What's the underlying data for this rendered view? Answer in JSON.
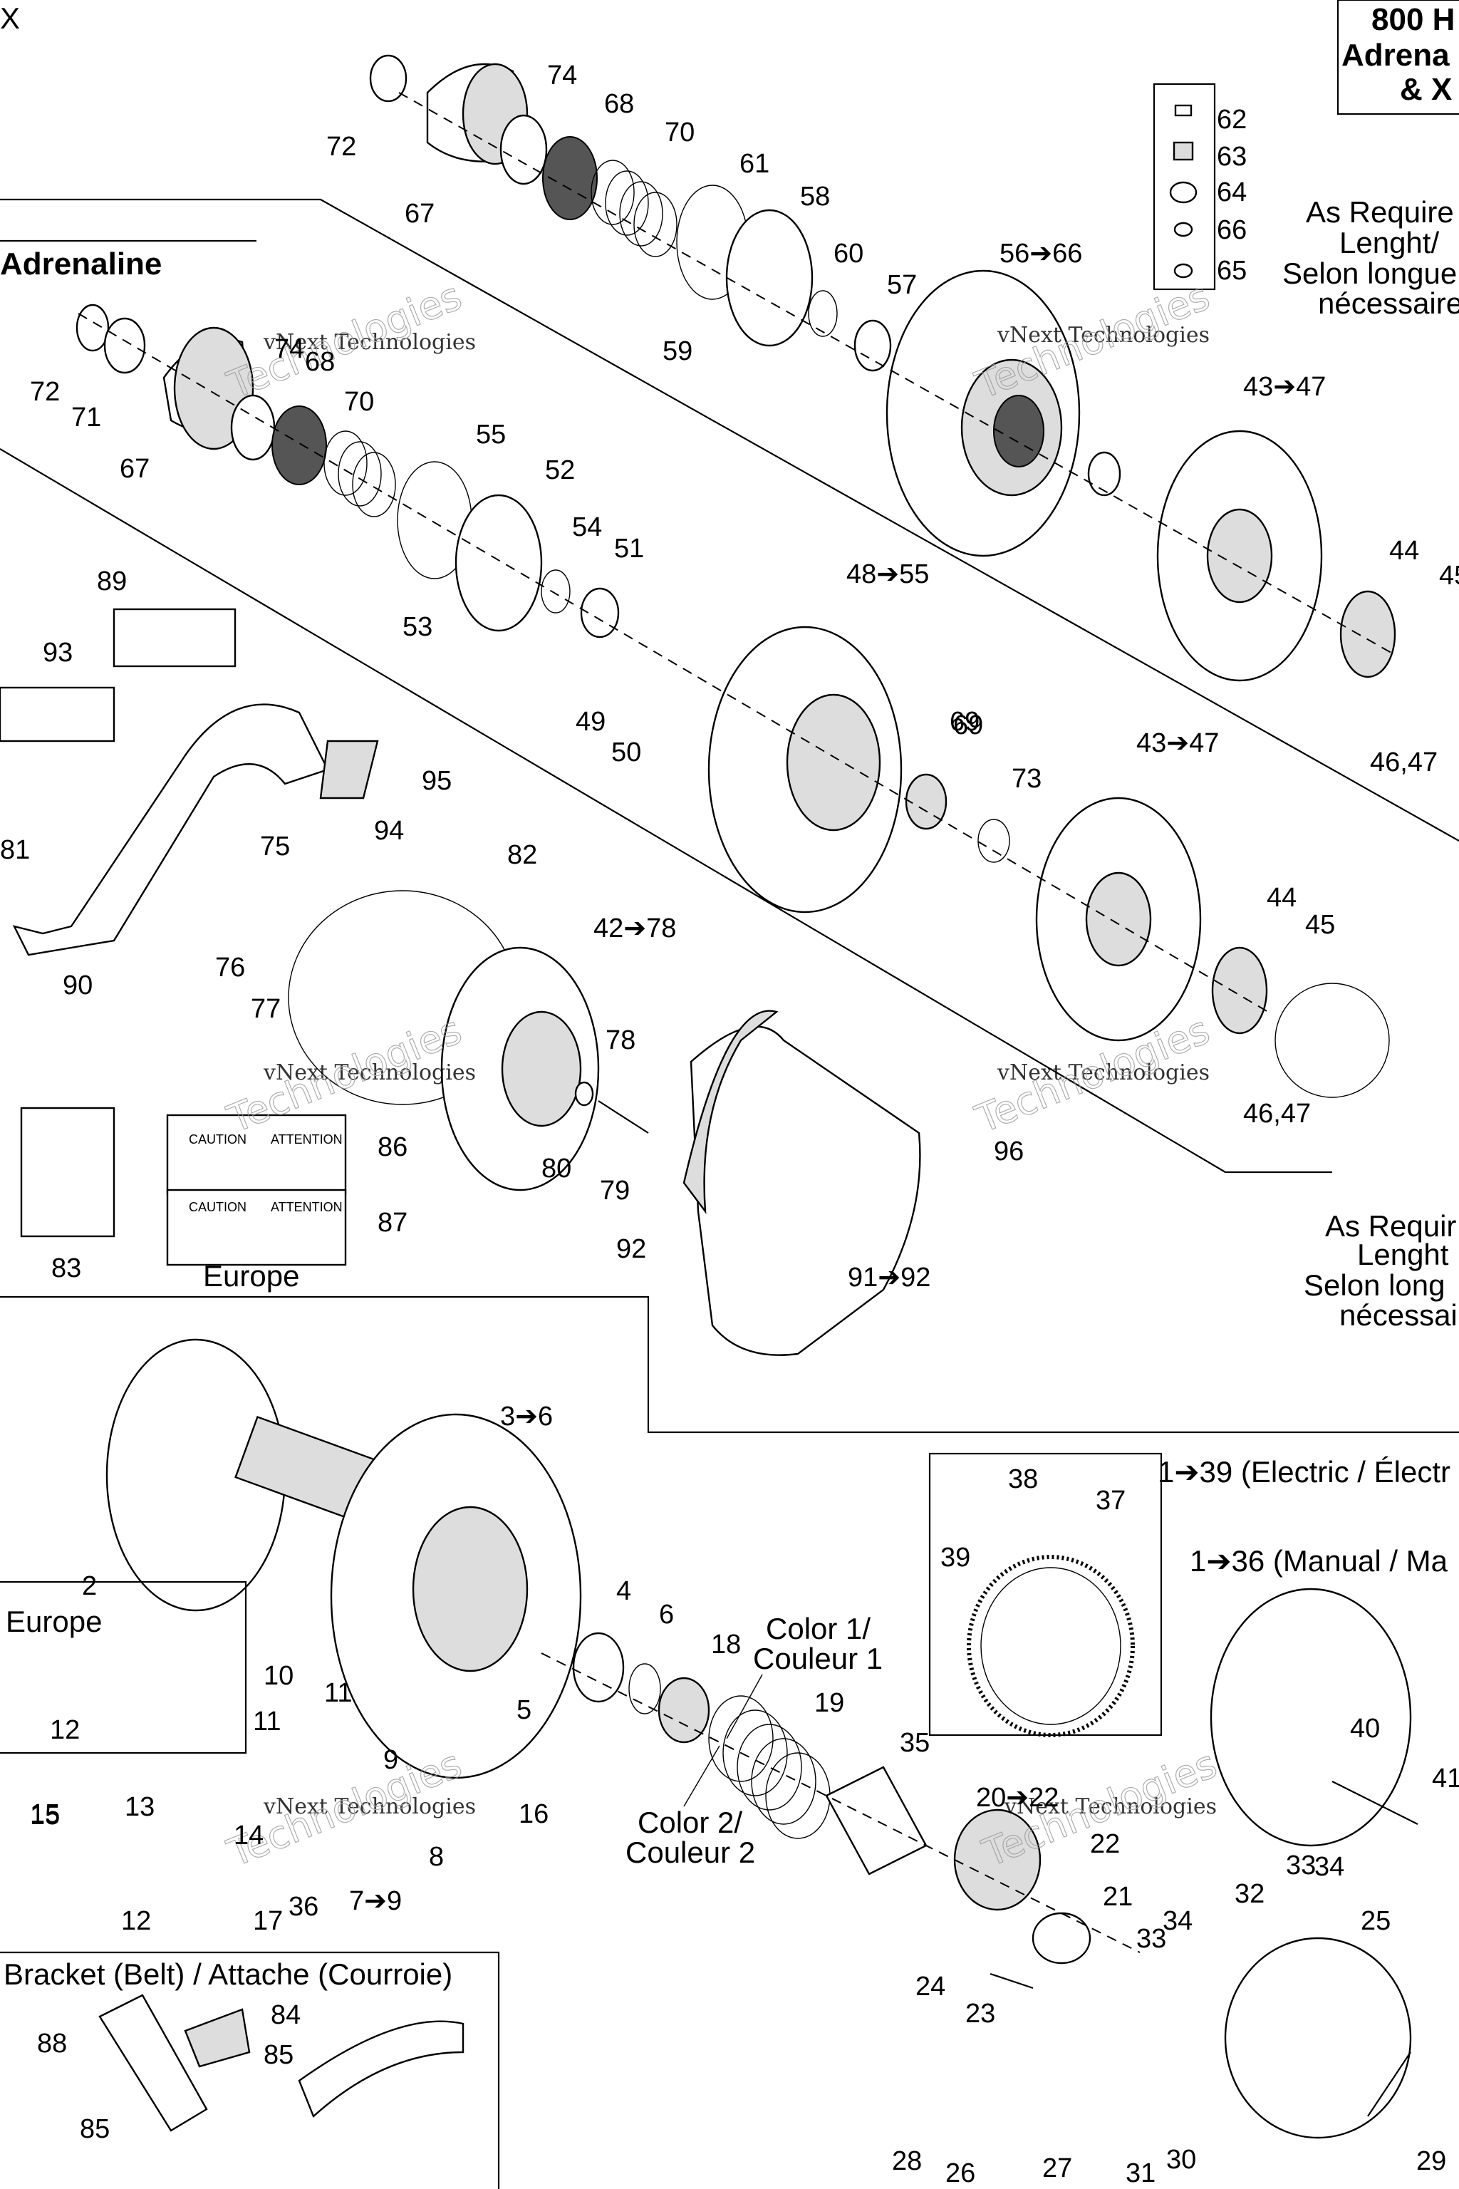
{
  "header": {
    "page_letter": "X",
    "model_box": [
      "800 H",
      "Adrena",
      "& X"
    ]
  },
  "sections": {
    "adrenaline": "Adrenaline",
    "europe": "Europe",
    "europe_label": "Europe",
    "bracket": "Bracket (Belt) / Attache (Courroie)"
  },
  "notes": {
    "as_required_top": [
      "As Require",
      "Lenght/",
      "Selon longue",
      "nécessaire"
    ],
    "as_required_mid": [
      "As Requir",
      "Lenght",
      "Selon long",
      "nécessai"
    ],
    "electric": "1➔39 (Electric / Électr",
    "manual": "1➔36 (Manual / Ma",
    "color1": [
      "Color 1/",
      "Couleur 1"
    ],
    "color2": [
      "Color 2/",
      "Couleur 2"
    ]
  },
  "watermark": {
    "text": "vNext Technologies",
    "overlay": "Technologies"
  },
  "callouts": [
    "72",
    "74",
    "68",
    "70",
    "67",
    "61",
    "58",
    "60",
    "57",
    "59",
    "56➔66",
    "62",
    "63",
    "64",
    "66",
    "65",
    "72",
    "71",
    "74",
    "68",
    "70",
    "67",
    "55",
    "52",
    "54",
    "51",
    "53",
    "69",
    "43➔47",
    "44",
    "45",
    "46,47",
    "89",
    "93",
    "81",
    "95",
    "94",
    "90",
    "75",
    "76",
    "77",
    "82",
    "49",
    "50",
    "48➔55",
    "69",
    "73",
    "43➔47",
    "44",
    "45",
    "42➔78",
    "78",
    "80",
    "79",
    "96",
    "92",
    "91➔92",
    "46,47",
    "83",
    "86",
    "87",
    "3➔6",
    "2",
    "4",
    "6",
    "5",
    "18",
    "19",
    "35",
    "38",
    "37",
    "39",
    "40",
    "41",
    "10",
    "11",
    "11",
    "9",
    "16",
    "8",
    "7➔9",
    "15",
    "12",
    "15",
    "13",
    "14",
    "12",
    "17",
    "36",
    "20➔22",
    "22",
    "21",
    "24",
    "23",
    "32",
    "33",
    "34",
    "33",
    "34",
    "25",
    "88",
    "84",
    "85",
    "85",
    "28",
    "26",
    "27",
    "29",
    "30",
    "31"
  ],
  "stickers": {
    "caution_86": [
      "CAUTION",
      "ATTENTION"
    ],
    "caution_87": [
      "CAUTION",
      "ATTENTION"
    ]
  }
}
